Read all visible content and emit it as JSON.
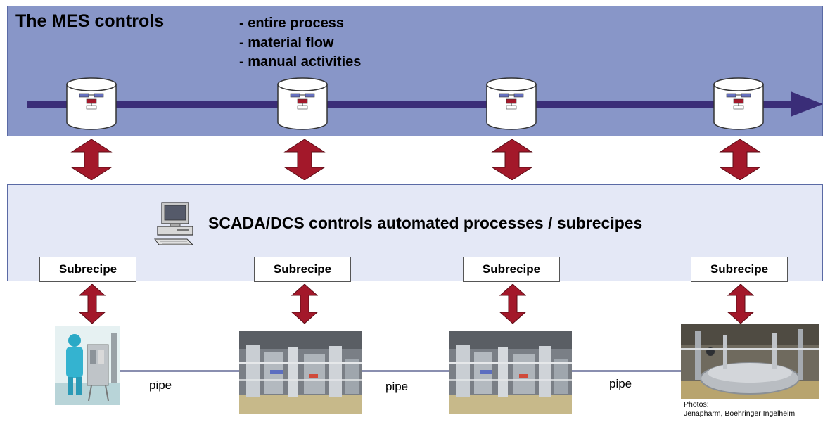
{
  "mes": {
    "title": "The MES controls",
    "bullets": [
      "- entire process",
      "- material flow",
      "- manual activities"
    ]
  },
  "scada": {
    "title": "SCADA/DCS controls automated processes / subrecipes"
  },
  "subrecipes": [
    "Subrecipe",
    "Subrecipe",
    "Subrecipe",
    "Subrecipe"
  ],
  "pipes": [
    "pipe",
    "pipe",
    "pipe"
  ],
  "credits": {
    "line1": "Photos:",
    "line2": "Jenapharm, Boehringer Ingelheim"
  },
  "colors": {
    "mes_band": "#8896c8",
    "scada_band": "#e4e8f6",
    "flow_arrow": "#3a2d78",
    "exchange_arrow": "#a3182a"
  }
}
